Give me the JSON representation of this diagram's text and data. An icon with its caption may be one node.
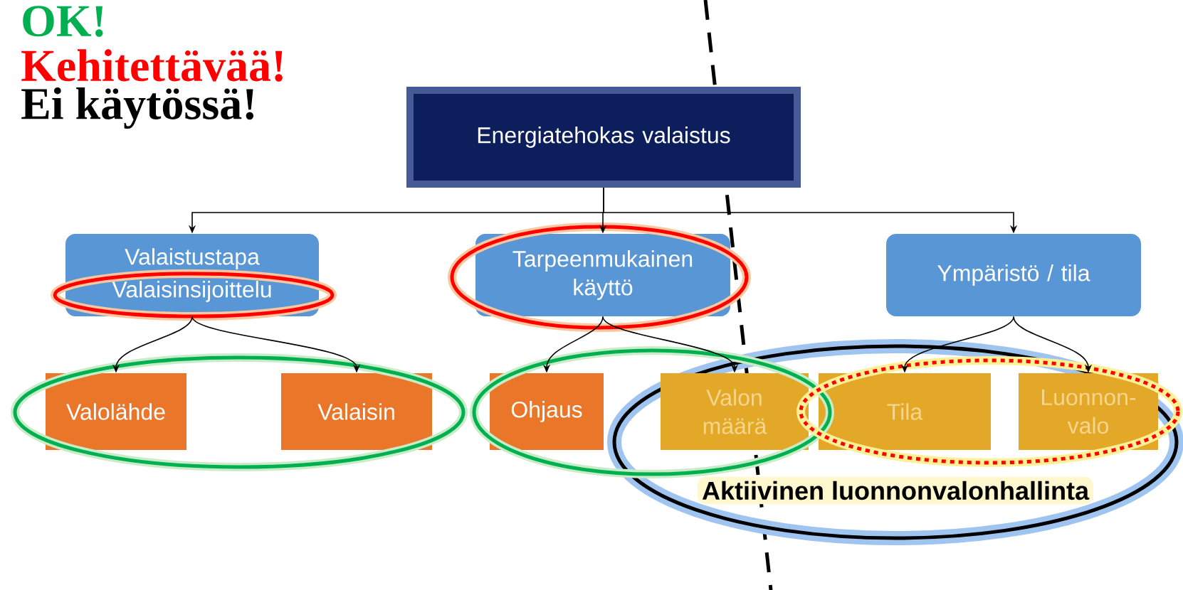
{
  "diagram": {
    "nodes": [
      {
        "text": [
          "Energiatehokas valaistus"
        ]
      },
      {
        "text": [
          "Valaistustapa",
          "Valaisinsijoittelu"
        ]
      },
      {
        "text": [
          "Tarpeenmukainen käyttö"
        ]
      },
      {
        "text": [
          "Ympäristö / tila"
        ]
      },
      {
        "text": [
          "Valolähde"
        ]
      },
      {
        "text": [
          "Valaisin"
        ]
      },
      {
        "text": [
          "Ohjaus"
        ]
      },
      {
        "text": [
          "Aktiivinen luonnonvalonhallinta"
        ]
      },
      {
        "text": [
          "Valon määrä"
        ],
        "in": 7
      },
      {
        "text": [
          "Tila"
        ],
        "in": 7
      },
      {
        "text": [
          "Luonnon- valo"
        ],
        "in": 7
      }
    ],
    "edges": [
      {
        "from": 0,
        "to": 1,
        "arrow": "to"
      },
      {
        "from": 0,
        "to": 2,
        "arrow": "to"
      },
      {
        "from": 0,
        "to": 3,
        "arrow": "to"
      },
      {
        "from": 1,
        "to": 4,
        "arrow": "to"
      },
      {
        "from": 1,
        "to": 5,
        "arrow": "to"
      },
      {
        "from": 2,
        "to": 6,
        "arrow": "to"
      },
      {
        "from": 2,
        "to": 8,
        "arrow": "to"
      },
      {
        "from": 3,
        "to": 9,
        "arrow": "to"
      },
      {
        "from": 3,
        "to": 10,
        "arrow": "to"
      }
    ],
    "labels": [
      "OK!",
      "Kehitettävää!",
      "Ei käytössä!"
    ]
  }
}
